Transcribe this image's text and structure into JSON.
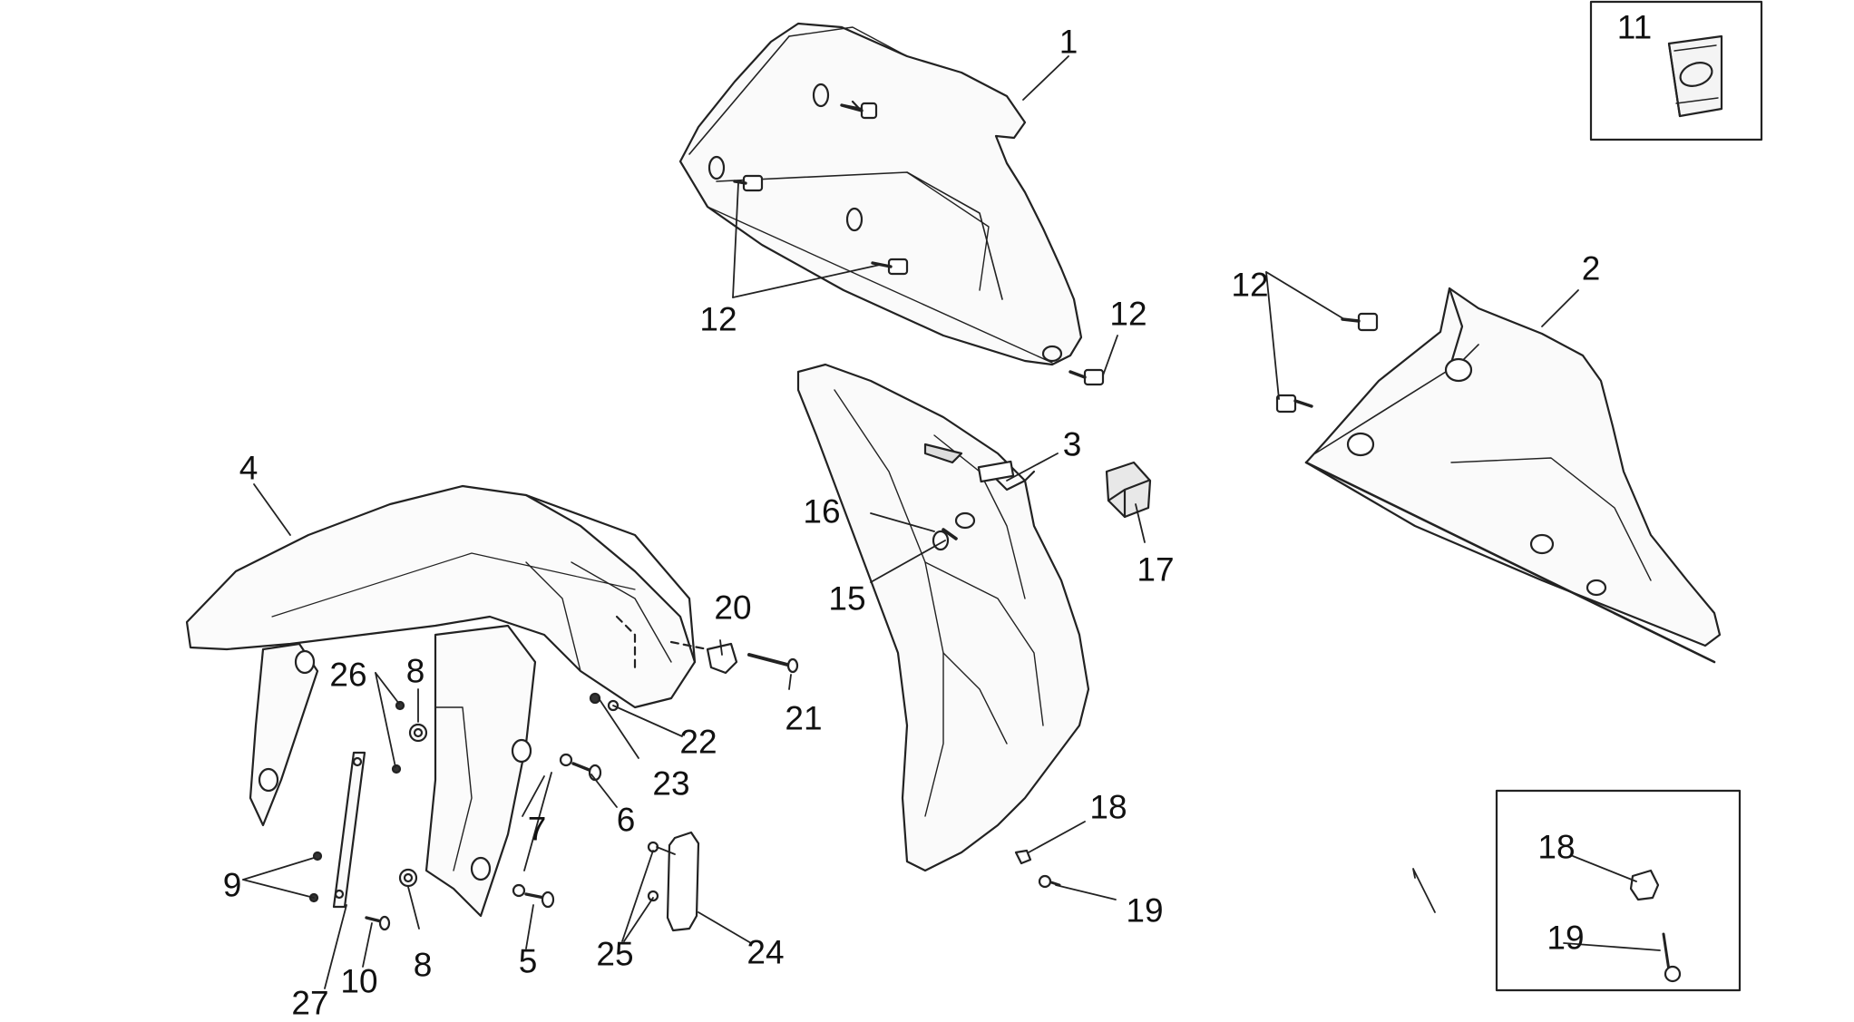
{
  "diagram": {
    "labels": [
      "1",
      "2",
      "3",
      "4",
      "5",
      "6",
      "7",
      "8",
      "8",
      "9",
      "10",
      "11",
      "12",
      "12",
      "12",
      "15",
      "16",
      "17",
      "18",
      "18",
      "19",
      "19",
      "20",
      "21",
      "22",
      "23",
      "24",
      "25",
      "26",
      "27"
    ]
  }
}
